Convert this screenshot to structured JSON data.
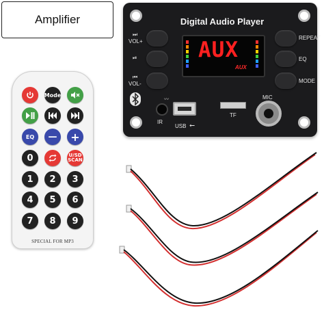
{
  "label": {
    "text": "Amplifier"
  },
  "module": {
    "title": "Digital Audio Player",
    "display_text": "AUX",
    "display_sub": "AUX",
    "left_labels": [
      "VOL+",
      "VOL-"
    ],
    "right_labels": [
      "REPEAT",
      "EQ",
      "MODE"
    ],
    "port_labels": {
      "ir": "IR",
      "usb": "USB",
      "tf": "TF",
      "mic": "MIC"
    },
    "colors": {
      "board": "#1b1b1d",
      "display_red": "#ff2020"
    }
  },
  "remote": {
    "caption": "SPECIAL FOR MP3",
    "buttons": [
      {
        "label": "",
        "icon": "power-icon",
        "color": "#e53935"
      },
      {
        "label": "Mode",
        "icon": "",
        "color": "#222222"
      },
      {
        "label": "",
        "icon": "mute-icon",
        "color": "#43a047"
      },
      {
        "label": "",
        "icon": "play-pause-icon",
        "color": "#43a047"
      },
      {
        "label": "",
        "icon": "previous-icon",
        "color": "#222222"
      },
      {
        "label": "",
        "icon": "next-icon",
        "color": "#222222"
      },
      {
        "label": "EQ",
        "icon": "",
        "color": "#3949ab"
      },
      {
        "label": "—",
        "icon": "",
        "color": "#3949ab"
      },
      {
        "label": "+",
        "icon": "",
        "color": "#3949ab"
      },
      {
        "label": "0",
        "icon": "",
        "color": "#222222"
      },
      {
        "label": "",
        "icon": "repeat-icon",
        "color": "#e53935"
      },
      {
        "label": "U/SD SCAN",
        "icon": "",
        "color": "#e53935"
      },
      {
        "label": "1",
        "icon": "",
        "color": "#222222"
      },
      {
        "label": "2",
        "icon": "",
        "color": "#222222"
      },
      {
        "label": "3",
        "icon": "",
        "color": "#222222"
      },
      {
        "label": "4",
        "icon": "",
        "color": "#222222"
      },
      {
        "label": "5",
        "icon": "",
        "color": "#222222"
      },
      {
        "label": "6",
        "icon": "",
        "color": "#222222"
      },
      {
        "label": "7",
        "icon": "",
        "color": "#222222"
      },
      {
        "label": "8",
        "icon": "",
        "color": "#222222"
      },
      {
        "label": "9",
        "icon": "",
        "color": "#222222"
      }
    ]
  },
  "cables": {
    "count": 3,
    "colors": [
      "#d32f2f",
      "#111111"
    ]
  }
}
